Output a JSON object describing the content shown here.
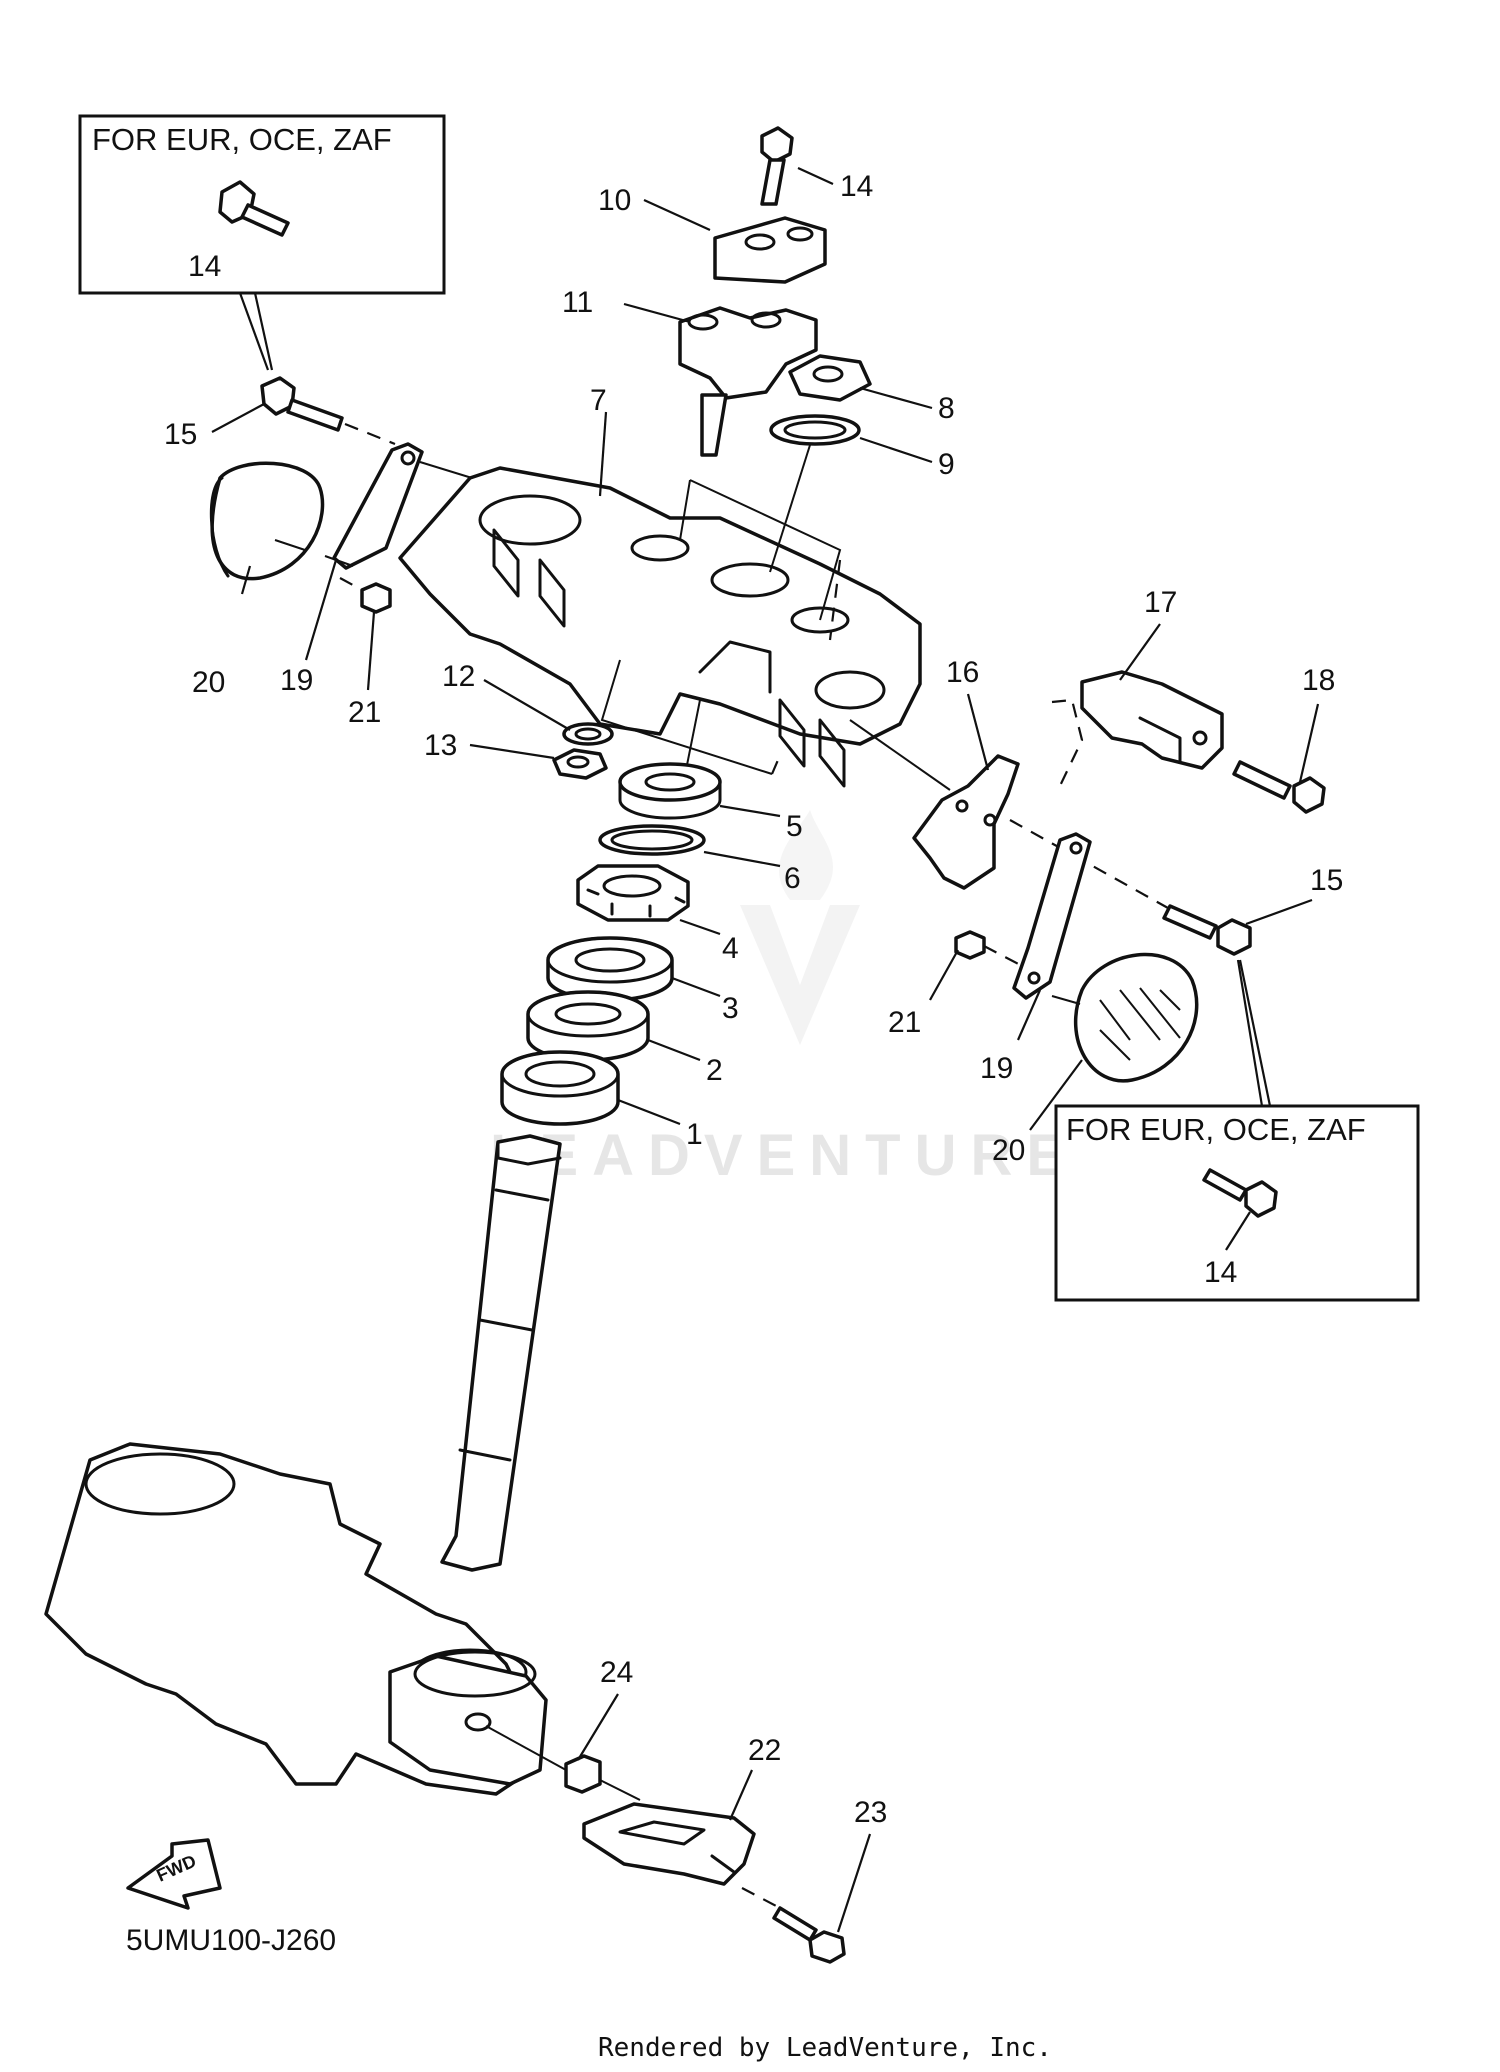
{
  "diagram": {
    "code": "5UMU100-J260",
    "footer": "Rendered by LeadVenture, Inc.",
    "watermark": "LEADVENTURE",
    "fwd_label": "FWD",
    "box_top_left": {
      "title": "FOR EUR, OCE, ZAF",
      "part": "14"
    },
    "box_right": {
      "title": "FOR EUR, OCE, ZAF",
      "part": "14"
    },
    "labels": {
      "p1": "1",
      "p2": "2",
      "p3": "3",
      "p4": "4",
      "p5": "5",
      "p6": "6",
      "p7": "7",
      "p8": "8",
      "p9": "9",
      "p10": "10",
      "p11": "11",
      "p12": "12",
      "p13": "13",
      "p14": "14",
      "p15a": "15",
      "p15b": "15",
      "p16": "16",
      "p17": "17",
      "p18": "18",
      "p19a": "19",
      "p19b": "19",
      "p20a": "20",
      "p20b": "20",
      "p21a": "21",
      "p21b": "21",
      "p22": "22",
      "p23": "23",
      "p24": "24"
    }
  }
}
